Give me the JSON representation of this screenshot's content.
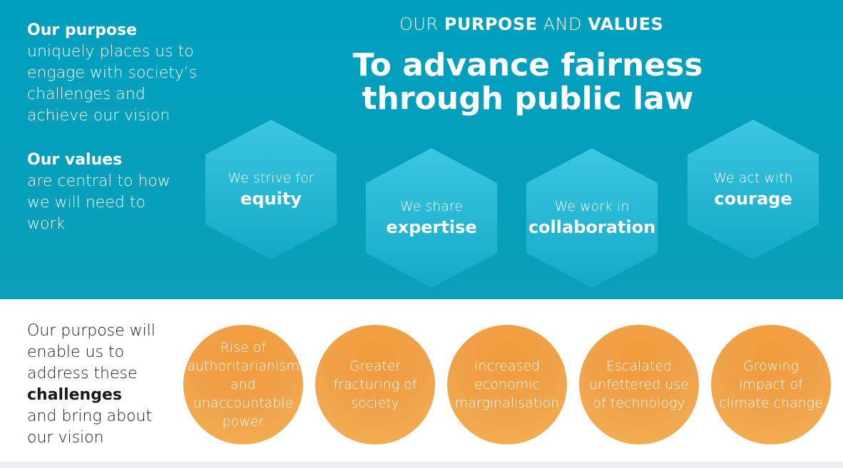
{
  "purpose_block": {
    "strong": "Our purpose",
    "text": "uniquely places us to engage with society’s challenges and achieve our vision"
  },
  "values_block": {
    "strong": "Our values",
    "text": "are central to how we will need to work"
  },
  "heading": {
    "our": "OUR",
    "purpose": "PURPOSE",
    "and": "AND",
    "values": "VALUES",
    "title": "To advance fairness through public law"
  },
  "values": [
    {
      "lead": "We strive for",
      "word": "equity"
    },
    {
      "lead": "We share",
      "word": "expertise"
    },
    {
      "lead": "We work in",
      "word": "collaboration"
    },
    {
      "lead": "We act with",
      "word": "courage"
    }
  ],
  "challenges_block": {
    "line1": "Our purpose will enable us to address these",
    "strong": "challenges",
    "line2": "and bring about our vision"
  },
  "challenges": [
    "Rise of authoritarianism and unaccountable power",
    "Greater fracturing of society",
    "Increased economic marginalisation",
    "Escalated unfettered use of technology",
    "Growing impact of climate change"
  ],
  "colors": {
    "teal": "#009fbf",
    "hex_fill": "#37c2de",
    "orange": "#f39a3a"
  }
}
